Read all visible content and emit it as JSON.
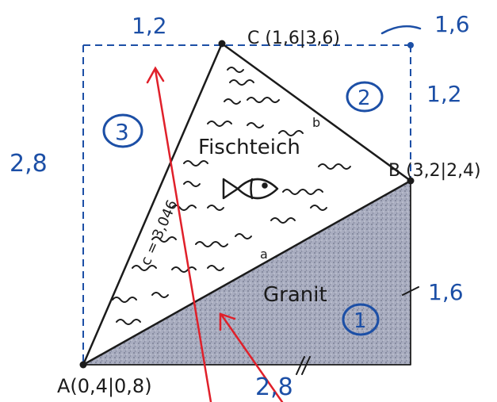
{
  "points": {
    "A": "A(0,4|0,8)",
    "B": "B (3,2|2,4)",
    "C": "C (1,6|3,6)"
  },
  "side_labels": {
    "a": "a",
    "b": "b",
    "c": "c = 3,046"
  },
  "regions": {
    "pond": "Fischteich",
    "granite": "Granit"
  },
  "region_numbers": {
    "one": "1",
    "two": "2",
    "three": "3"
  },
  "dimensions": {
    "top": "1,2",
    "top_right": "1,6",
    "right_upper": "1,2",
    "right_lower": "1,6",
    "left": "2,8",
    "bottom": "2,8"
  },
  "colors": {
    "ink": "#1b1b1b",
    "blue_ink": "#1c4fa6",
    "red_arrow": "#e0202a",
    "granite_fill": "#9ea3b8"
  }
}
